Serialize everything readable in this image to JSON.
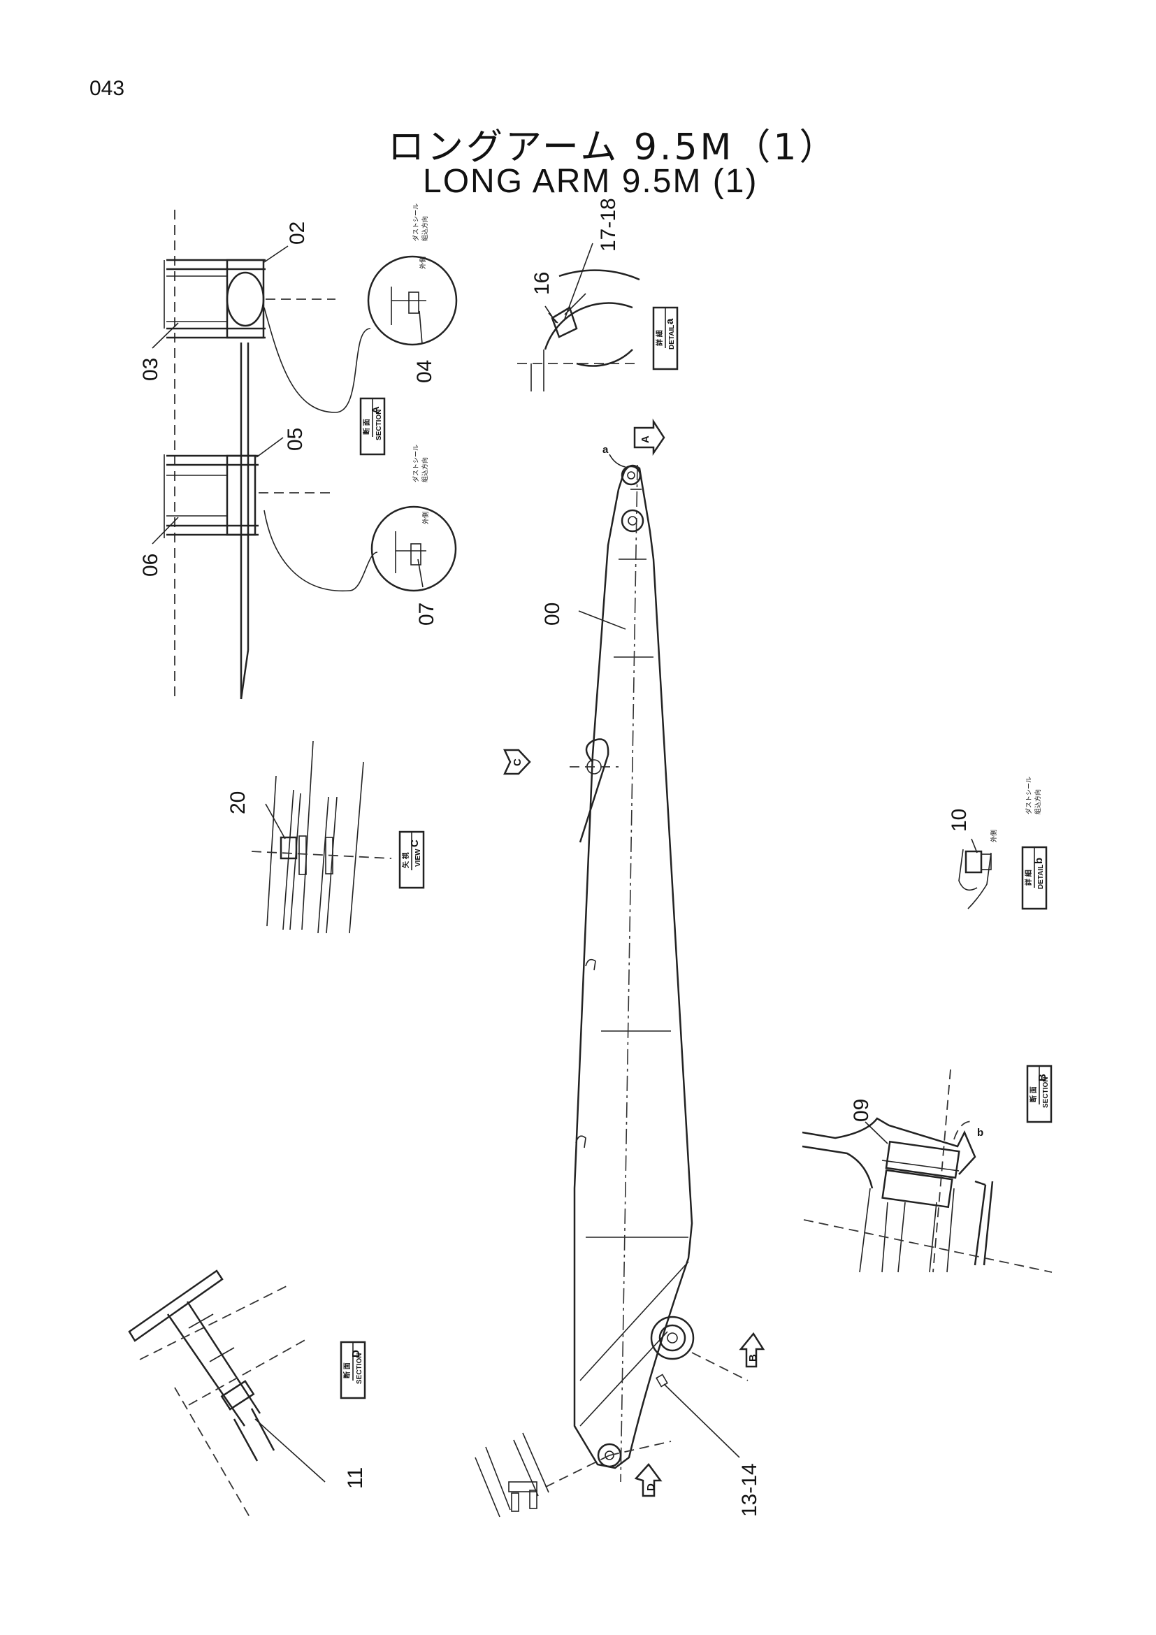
{
  "page_number": "043",
  "title": {
    "japanese": "ロングアーム 9.5M（1）",
    "english": "LONG ARM 9.5M (1)"
  },
  "part_labels": {
    "p00": "00",
    "p02": "02",
    "p03": "03",
    "p04": "04",
    "p05": "05",
    "p06": "06",
    "p07": "07",
    "p09": "09",
    "p10": "10",
    "p11": "11",
    "p1314": "13-14",
    "p16": "16",
    "p1718": "17-18",
    "p20": "20"
  },
  "view_markers": {
    "A": "A",
    "B": "B",
    "C": "C",
    "D": "D",
    "a": "a",
    "b": "b"
  },
  "section_tags": {
    "section_A": {
      "jp": "断 面",
      "en": "SECTION",
      "letter": "A"
    },
    "section_B": {
      "jp": "断 面",
      "en": "SECTION",
      "letter": "B"
    },
    "section_D": {
      "jp": "断 面",
      "en": "SECTION",
      "letter": "D"
    },
    "view_C": {
      "jp": "矢 視",
      "en": "VIEW",
      "letter": "C"
    },
    "detail_a": {
      "jp": "詳 細",
      "en": "DETAIL",
      "letter": "a"
    },
    "detail_b": {
      "jp": "詳 細",
      "en": "DETAIL",
      "letter": "b"
    }
  },
  "notes": {
    "dust_seal": "ダストシール",
    "install_direction": "組込方向",
    "outside_a": "外側",
    "outside_b": "外側",
    "outside_c": "外側"
  }
}
